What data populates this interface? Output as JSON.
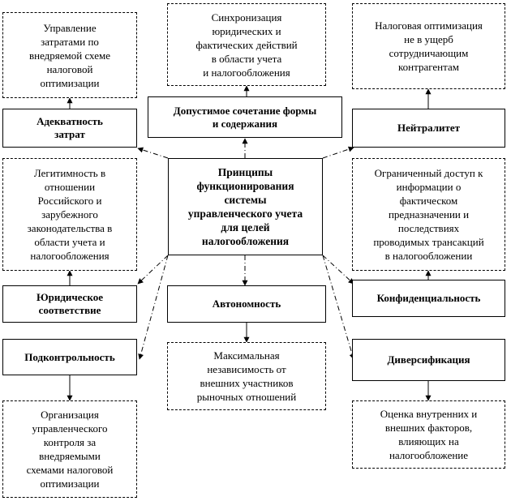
{
  "center": {
    "label": "Принципы\nфункционирования\nсистемы\nуправленческого учета\nдля целей\nналогообложения"
  },
  "principles": {
    "adequacy": "Адекватность\nзатрат",
    "form_content": "Допустимое сочетание формы\nи содержания",
    "neutrality": "Нейтралитет",
    "legal": "Юридическое\nсоответствие",
    "autonomy": "Автономность",
    "confidentiality": "Конфиденциальность",
    "controllability": "Подконтрольность",
    "diversification": "Диверсификация"
  },
  "descriptions": {
    "adequacy": "Управление\nзатратами по\nвнедряемой схеме\nналоговой\nоптимизации",
    "form_content": "Синхронизация\nюридических и\nфактических действий\nв области учета\nи налогообложения",
    "neutrality": "Налоговая оптимизация\nне в ущерб\nсотрудничающим\nконтрагентам",
    "legal": "Легитимность в\nотношении\nРоссийского и\nзарубежного\nзаконодательства в\nобласти учета и\nналогообложения",
    "confidentiality": "Ограниченный доступ к\nинформации о\nфактическом\nпредназначении и\nпоследствиях\nпроводимых трансакций\nв налогообложении",
    "autonomy": "Максимальная\nнезависимость от\nвнешних участников\nрыночных отношений",
    "controllability": "Организация\nуправленческого\nконтроля за\nвнедряемыми\nсхемами налоговой\nоптимизации",
    "diversification": "Оценка внутренних и\nвнешних факторов,\nвлияющих на\nналогообложение"
  }
}
